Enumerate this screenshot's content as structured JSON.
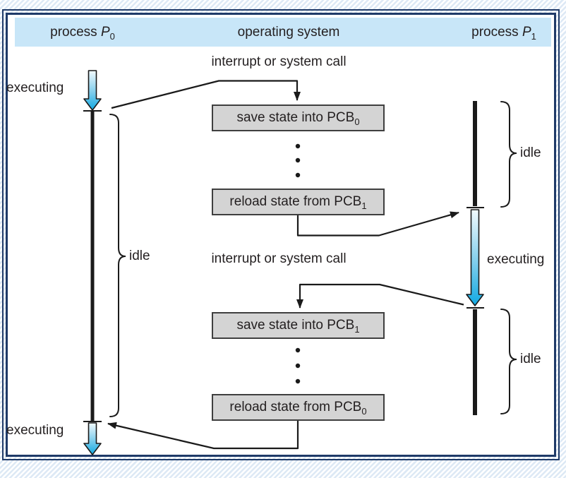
{
  "header": {
    "process0": {
      "prefix": "process ",
      "var": "P",
      "sub": "0"
    },
    "os": "operating system",
    "process1": {
      "prefix": "process ",
      "var": "P",
      "sub": "1"
    }
  },
  "events": {
    "interrupt_top": "interrupt or system call",
    "interrupt_bottom": "interrupt or system call"
  },
  "os_boxes": [
    {
      "text": "save state into PCB",
      "sub": "0"
    },
    {
      "text": "reload state from PCB",
      "sub": "1"
    },
    {
      "text": "save state into PCB",
      "sub": "1"
    },
    {
      "text": "reload state from PCB",
      "sub": "0"
    }
  ],
  "p0": {
    "executing_top": "executing",
    "idle": "idle",
    "executing_bottom": "executing"
  },
  "p1": {
    "idle_top": "idle",
    "executing": "executing",
    "idle_bottom": "idle"
  },
  "colors": {
    "header_bg": "#c8e6f8",
    "frame_border": "#1f3a68",
    "stripe_bg": "#dde9f5",
    "box_bg": "#d4d4d4",
    "box_border": "#3f3f3f",
    "line": "#1a1a1a",
    "exec_arrow_gradient_top": "#f2fafd",
    "exec_arrow_gradient_bottom": "#10a9e2",
    "text": "#231f20"
  }
}
